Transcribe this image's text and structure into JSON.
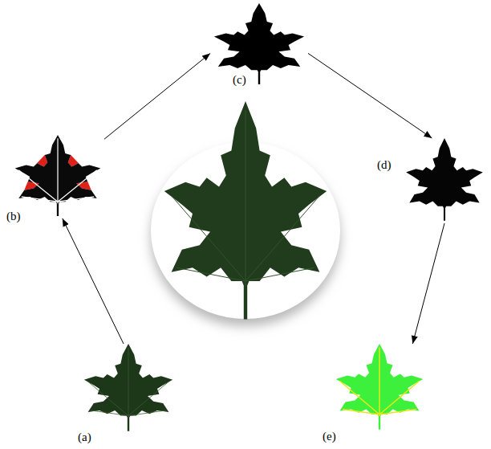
{
  "diagram": {
    "nodes": [
      {
        "text": [
          "(a)"
        ]
      },
      {
        "text": [
          "(b)"
        ]
      },
      {
        "text": [
          "(c)"
        ]
      },
      {
        "text": [
          "(d)"
        ]
      },
      {
        "text": [
          "(e)"
        ]
      }
    ],
    "edges": [
      {
        "from": 0,
        "to": 1,
        "arrow": "to"
      },
      {
        "from": 1,
        "to": 2,
        "arrow": "to"
      },
      {
        "from": 2,
        "to": 3,
        "arrow": "to"
      },
      {
        "from": 3,
        "to": 4,
        "arrow": "to"
      }
    ]
  }
}
